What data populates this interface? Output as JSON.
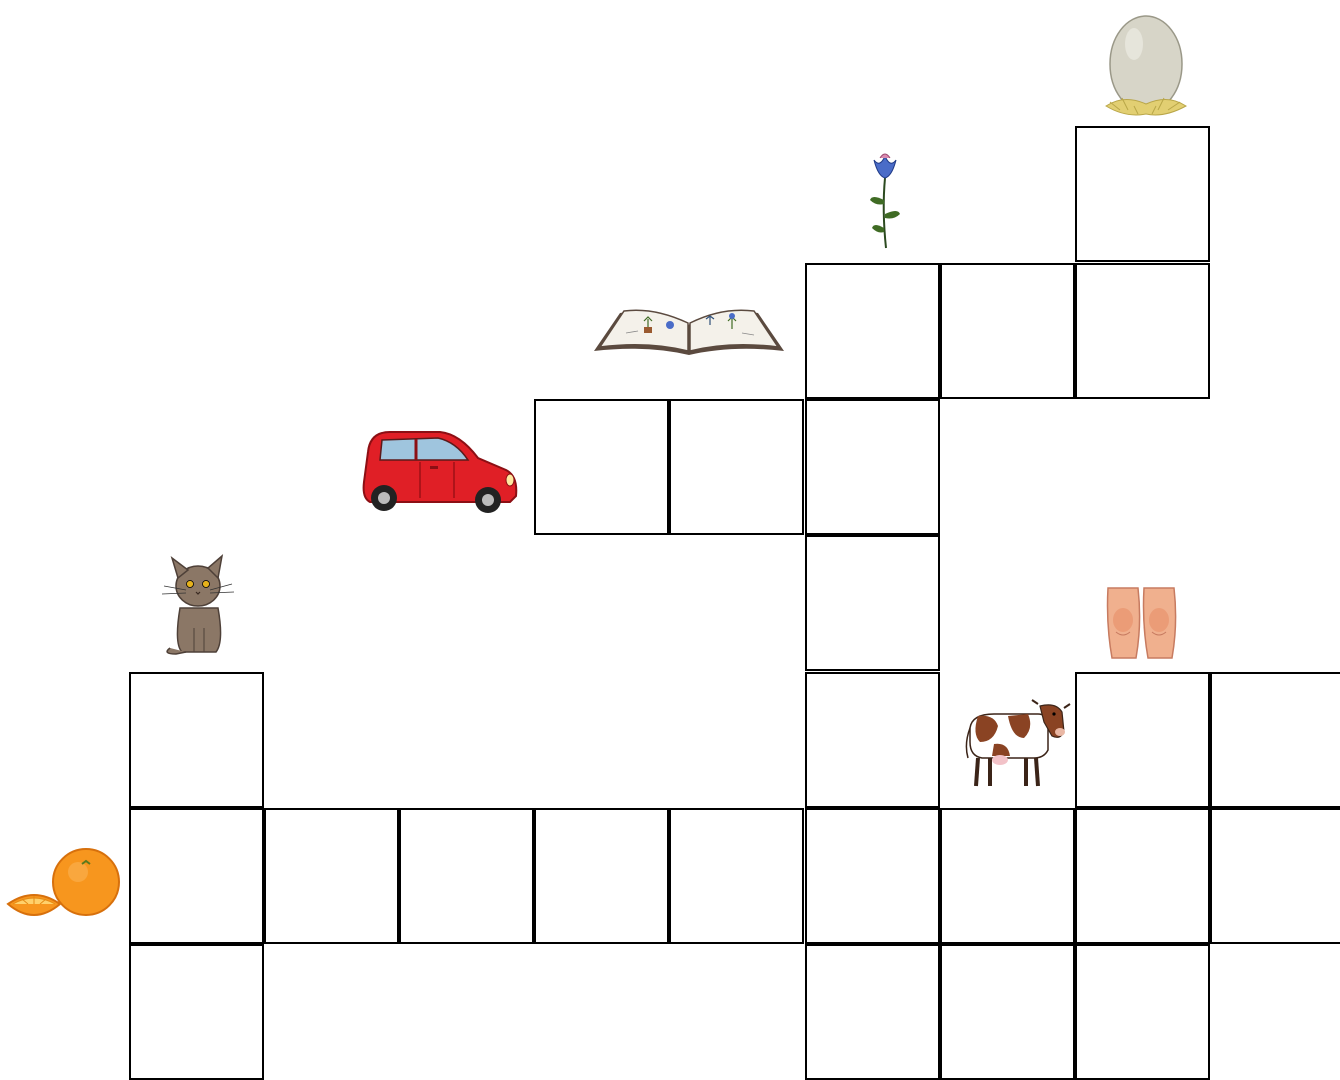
{
  "puzzle": {
    "type": "picture-crossword",
    "clues": [
      {
        "id": "orange",
        "icon": "orange-icon",
        "colors": {
          "main": "#f7961e",
          "dark": "#d7700c"
        }
      },
      {
        "id": "cat",
        "icon": "cat-icon",
        "colors": {
          "main": "#8b7766",
          "dark": "#4e4038"
        }
      },
      {
        "id": "car",
        "icon": "car-icon",
        "colors": {
          "main": "#e01f26",
          "dark": "#8c0f14"
        }
      },
      {
        "id": "book",
        "icon": "book-icon",
        "colors": {
          "main": "#f4f1ea",
          "dark": "#5b4a3f"
        }
      },
      {
        "id": "flower",
        "icon": "flower-icon",
        "colors": {
          "main": "#4a6cc8",
          "dark": "#2c4a20"
        }
      },
      {
        "id": "egg",
        "icon": "egg-icon",
        "colors": {
          "main": "#d7d5c8",
          "dark": "#b9a648"
        }
      },
      {
        "id": "knees",
        "icon": "knees-icon",
        "colors": {
          "main": "#f0b08e",
          "dark": "#c77b60"
        }
      },
      {
        "id": "cow",
        "icon": "cow-icon",
        "colors": {
          "main": "#8a4323",
          "dark": "#3b2418"
        }
      }
    ],
    "grid_color": "#000000",
    "cell_fill": "#ffffff"
  }
}
